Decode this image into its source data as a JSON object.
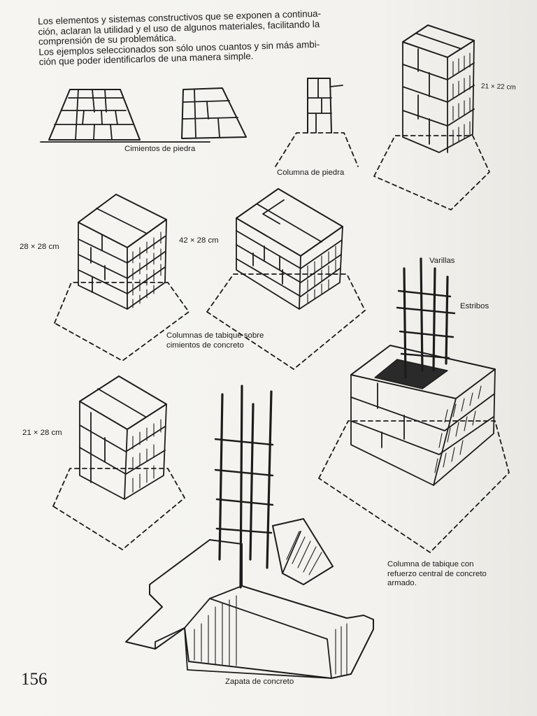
{
  "page_number": "156",
  "intro": {
    "line1": "Los elementos y sistemas constructivos que se exponen a continua-",
    "line2": "ción, aclaran la utilidad y el uso de algunos materiales, facilitando la",
    "line3": "comprensión de su problemática.",
    "line4": "Los ejemplos seleccionados son sólo unos cuantos y sin más ambi-",
    "line5": "ción que poder identificarlos de una manera simple."
  },
  "labels": {
    "cimientos_piedra": "Cimientos de piedra",
    "columna_piedra": "Columna de piedra",
    "dim_21x22": "21 × 22 cm",
    "dim_28x28": "28 × 28 cm",
    "dim_42x28": "42 × 28 cm",
    "dim_21x28": "21 × 28 cm",
    "varillas": "Varillas",
    "estribos": "Estribos",
    "columnas_tabique": "Columnas de tabique sobre cimientos de concreto",
    "columna_refuerzo": "Columna de tabique con refuerzo central de concreto armado.",
    "zapata": "Zapata de concreto"
  }
}
